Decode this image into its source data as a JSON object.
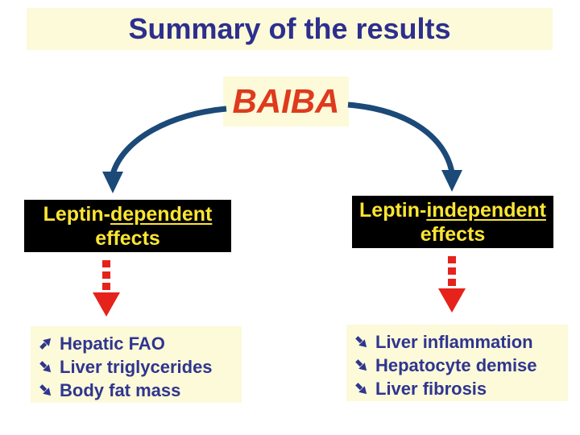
{
  "title": "Summary of the results",
  "root": {
    "label": "BAIBA"
  },
  "branches": [
    {
      "label_prefix": "Leptin-",
      "label_underlined": "dependent",
      "label_line2": "effects",
      "effects": [
        {
          "direction": "increase",
          "icon": "up-right-arrow",
          "text": "Hepatic FAO"
        },
        {
          "direction": "decrease",
          "icon": "down-right-arrow",
          "text": "Liver triglycerides"
        },
        {
          "direction": "decrease",
          "icon": "down-right-arrow",
          "text": "Body fat mass"
        }
      ]
    },
    {
      "label_prefix": "Leptin-",
      "label_underlined": "independent",
      "label_line2": "effects",
      "effects": [
        {
          "direction": "decrease",
          "icon": "down-right-arrow",
          "text": "Liver inflammation"
        },
        {
          "direction": "decrease",
          "icon": "down-right-arrow",
          "text": "Hepatocyte demise"
        },
        {
          "direction": "decrease",
          "icon": "down-right-arrow",
          "text": "Liver fibrosis"
        }
      ]
    }
  ],
  "colors": {
    "banner_background": "#FCFAD8",
    "title_text": "#2D2F8E",
    "baiba_text": "#DE3A1E",
    "connector_arrow": "#1B4A78",
    "effect_box_background": "#000000",
    "effect_box_text": "#FBE533",
    "dashed_arrow": "#E5231B",
    "list_background": "#FCFAD8",
    "list_text": "#2F3590"
  }
}
